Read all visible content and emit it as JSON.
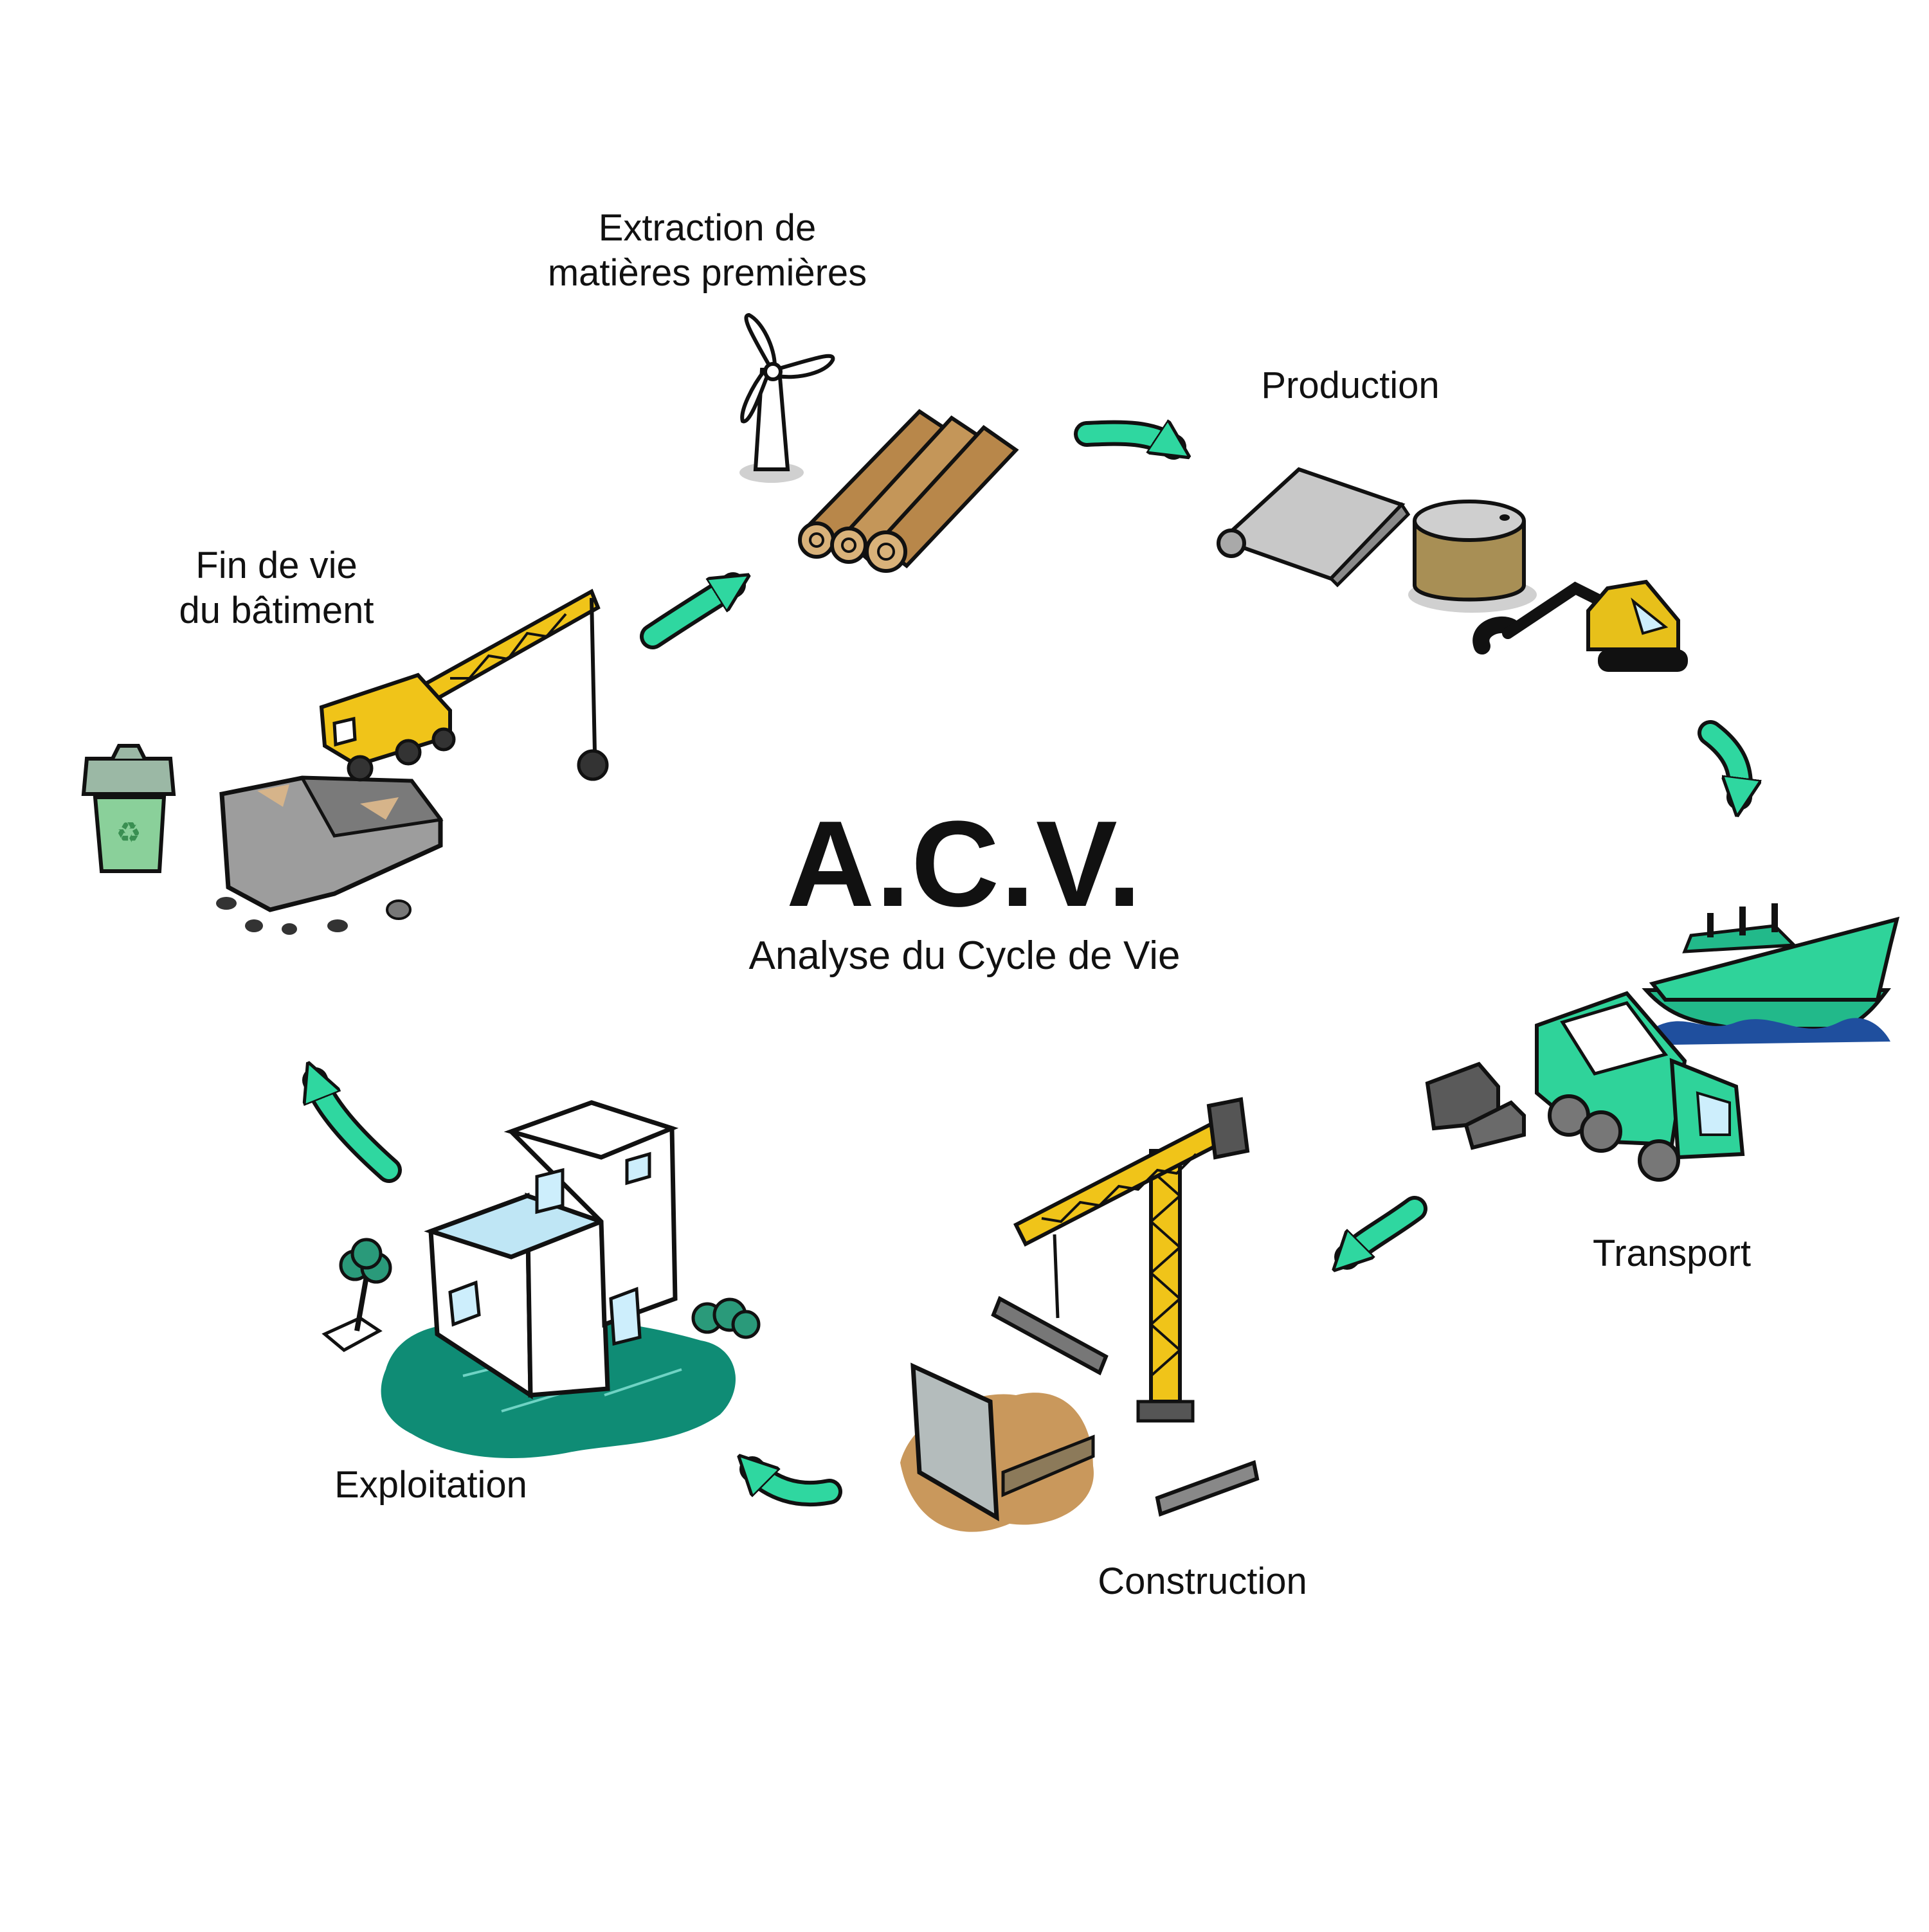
{
  "title": "A.C.V.",
  "subtitle": "Analyse du Cycle de Vie",
  "stages": [
    {
      "name": "extraction",
      "label_line1": "Extraction de",
      "label_line2": "matières premières",
      "icons": [
        "wind-turbine-icon",
        "logs-icon"
      ]
    },
    {
      "name": "production",
      "label_line1": "Production",
      "label_line2": "",
      "icons": [
        "sheet-roll-icon",
        "barrel-icon",
        "excavator-icon"
      ]
    },
    {
      "name": "transport",
      "label_line1": "Transport",
      "label_line2": "",
      "icons": [
        "ship-icon",
        "truck-icon",
        "cargo-blocks-icon"
      ]
    },
    {
      "name": "construction",
      "label_line1": "Construction",
      "label_line2": "",
      "icons": [
        "tower-crane-icon",
        "wall-panel-icon",
        "steel-beam-icon"
      ]
    },
    {
      "name": "exploitation",
      "label_line1": "Exploitation",
      "label_line2": "",
      "icons": [
        "house-icon",
        "tree-icon",
        "bush-icon"
      ]
    },
    {
      "name": "fin-de-vie",
      "label_line1": "Fin de vie",
      "label_line2": "du bâtiment",
      "icons": [
        "wrecking-crane-icon",
        "rubble-icon",
        "recycling-bin-icon"
      ]
    }
  ],
  "colors": {
    "arrow": "#2fd7a0",
    "truck": "#2fd39a",
    "ship": "#22b98a",
    "water": "#1f4f9e",
    "ground": "#0f8c75",
    "crane_yellow": "#f0c419",
    "wood": "#b8874a",
    "sand": "#c9985c",
    "outline": "#111111"
  }
}
